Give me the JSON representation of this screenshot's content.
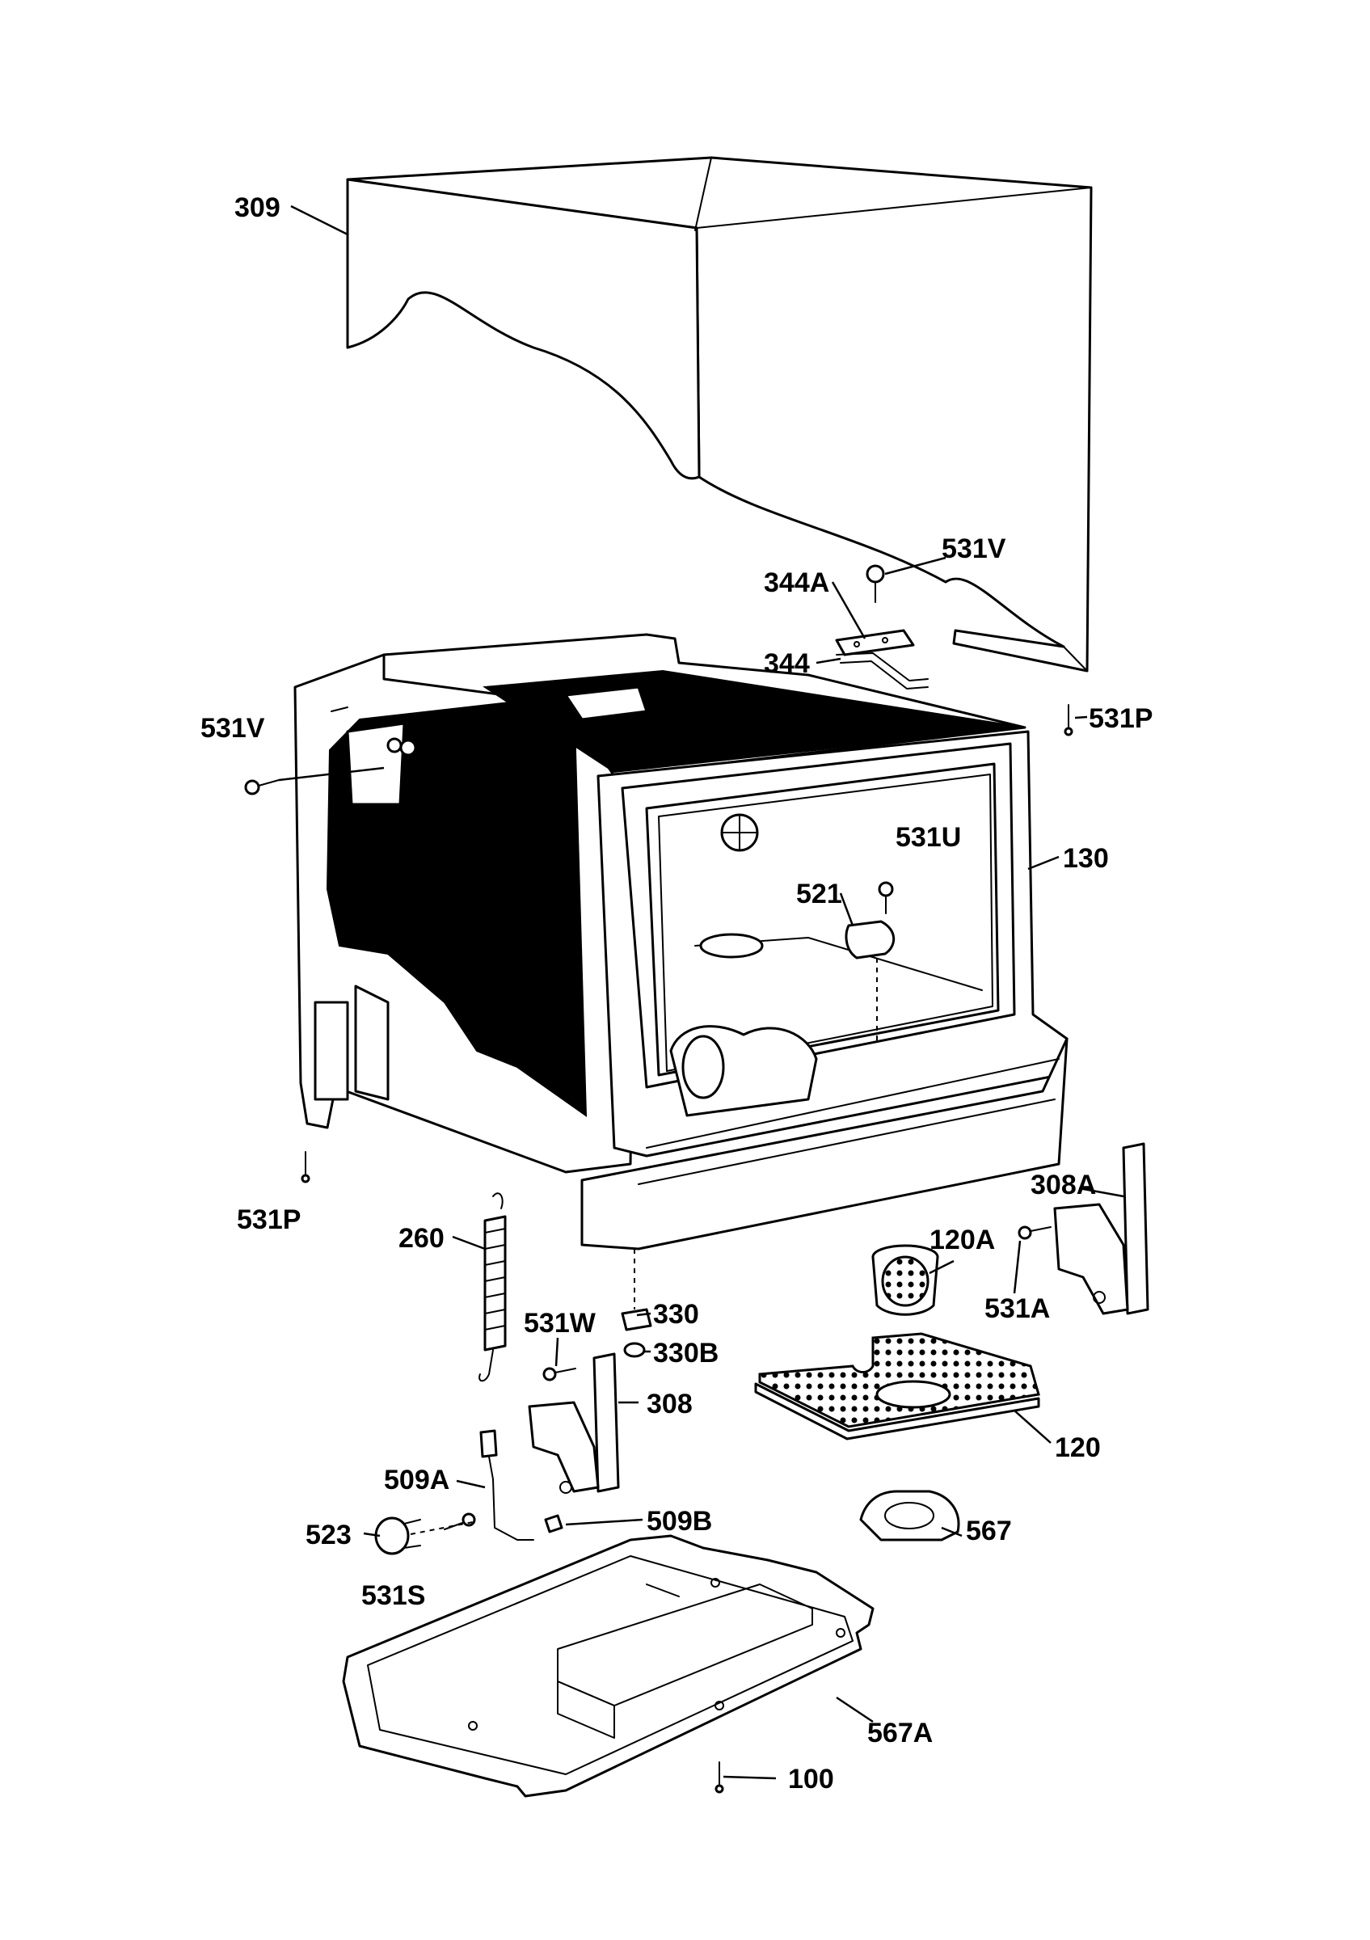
{
  "labels": {
    "l309": "309",
    "l531V_top": "531V",
    "l344A": "344A",
    "l344": "344",
    "l531V_left": "531V",
    "l531P_right": "531P",
    "l531U": "531U",
    "l130": "130",
    "l521": "521",
    "l531P_left": "531P",
    "l260": "260",
    "l308A": "308A",
    "l120A": "120A",
    "l531A": "531A",
    "l531W": "531W",
    "l330": "330",
    "l330B": "330B",
    "l308": "308",
    "l120": "120",
    "l509A": "509A",
    "l509B": "509B",
    "l523": "523",
    "l567": "567",
    "l531S": "531S",
    "l567A": "567A",
    "l100": "100"
  },
  "colors": {
    "line": "#000000",
    "background": "#ffffff"
  }
}
